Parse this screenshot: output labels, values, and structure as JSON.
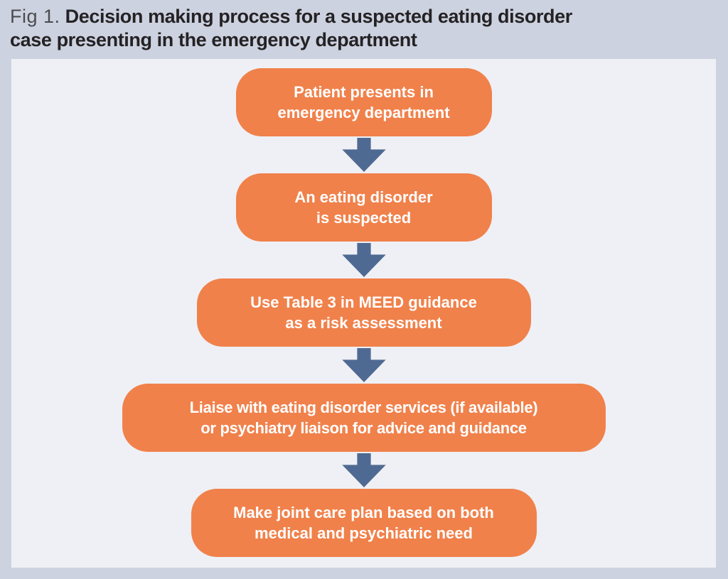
{
  "header": {
    "fig_label": "Fig 1.",
    "title_line1": "Decision making process for a suspected eating disorder",
    "title_line2": "case presenting in the emergency department"
  },
  "flowchart": {
    "nodes": [
      {
        "line1": "Patient presents in",
        "line2": "emergency department"
      },
      {
        "line1": "An eating disorder",
        "line2": "is suspected"
      },
      {
        "line1": "Use Table 3 in MEED guidance",
        "line2": "as a risk assessment"
      },
      {
        "line1": "Liaise with eating disorder services (if available)",
        "line2": "or psychiatry liaison for advice and guidance"
      },
      {
        "line1": "Make joint care plan based on both",
        "line2": "medical and psychiatric need"
      }
    ],
    "connector_icon": "down-arrow-icon"
  },
  "colors": {
    "outer_background": "#CDD2E0",
    "panel_background": "#EFF0F5",
    "node_fill": "#F0814B",
    "node_text": "#FFFFFF",
    "arrow": "#4F6A92",
    "title_text": "#242224",
    "fig_label_text": "#4B4C50"
  }
}
